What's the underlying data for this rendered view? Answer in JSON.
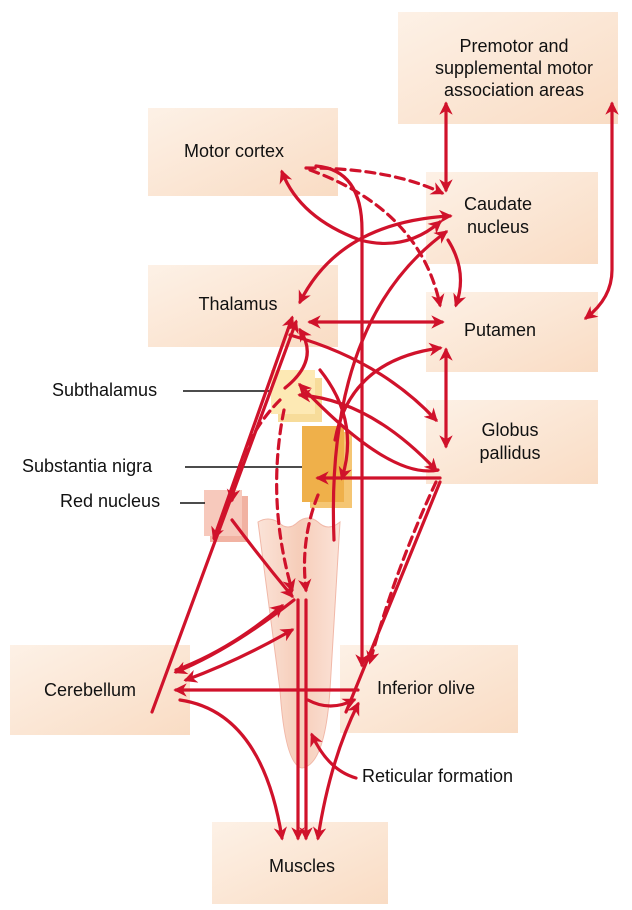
{
  "colors": {
    "pathway": "#d0122b",
    "box_light": "#fdeee0",
    "box_dark": "#f9dcc4",
    "subthalamus": "#fce5a9",
    "substantia_nigra": "#f2b95a",
    "red_nucleus": "#f6c3b6",
    "brainstem": "#f8d2c2"
  },
  "boxes": {
    "premotor_line1": "Premotor and",
    "premotor_line2": "supplemental motor",
    "premotor_line3": "association areas",
    "motor_cortex": "Motor cortex",
    "caudate_line1": "Caudate",
    "caudate_line2": "nucleus",
    "thalamus": "Thalamus",
    "putamen": "Putamen",
    "globus_line1": "Globus",
    "globus_line2": "pallidus",
    "cerebellum": "Cerebellum",
    "inferior_olive": "Inferior olive",
    "muscles": "Muscles"
  },
  "callouts": {
    "subthalamus": "Subthalamus",
    "substantia_nigra": "Substantia nigra",
    "red_nucleus": "Red nucleus",
    "reticular_formation": "Reticular formation"
  }
}
